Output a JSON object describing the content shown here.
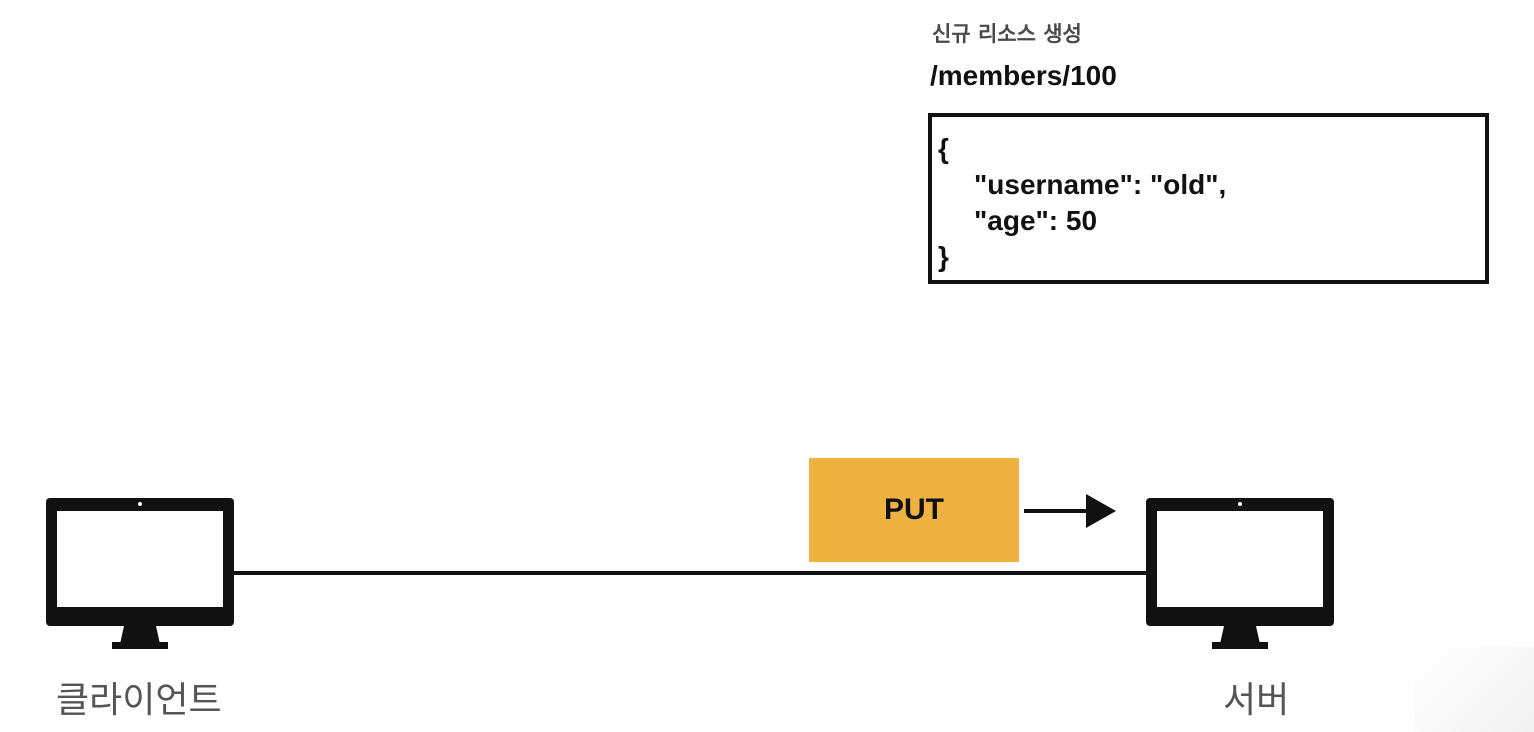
{
  "caption": "신규 리소스 생성",
  "resource_path": "/members/100",
  "json_body": {
    "line1": "{",
    "line2": "\"username\": \"old\",",
    "line3": "\"age\": 50",
    "line4": "}"
  },
  "request": {
    "method": "PUT",
    "color": "#efb13f"
  },
  "client": {
    "label": "클라이언트",
    "icon": "monitor-icon"
  },
  "server": {
    "label": "서버",
    "icon": "monitor-icon"
  }
}
